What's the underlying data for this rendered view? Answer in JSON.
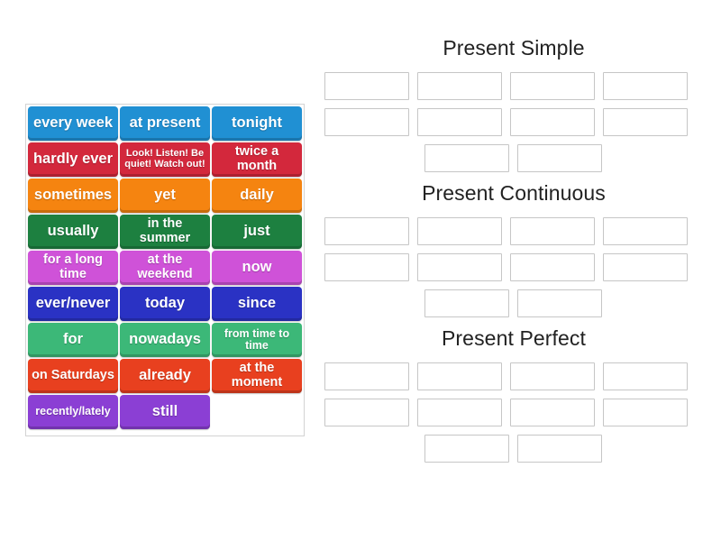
{
  "activity": {
    "type": "group-sort",
    "tile_panel_label": "word tiles"
  },
  "colors": {
    "blue": "#2090d3",
    "crimson": "#d3283c",
    "orange": "#f58410",
    "green": "#1d8040",
    "magenta": "#cf52d8",
    "indigo": "#2a32c4",
    "seagreen": "#3cb878",
    "orangered": "#e8401f",
    "purple": "#8b3fd4",
    "slot_border": "#c6c6c6",
    "panel_border": "#d3d3d3",
    "title_text": "#222222",
    "tile_text": "#ffffff"
  },
  "tiles": [
    [
      {
        "label": "every week",
        "color": "#2090d3",
        "size": "fs-lg"
      },
      {
        "label": "at present",
        "color": "#2090d3",
        "size": "fs-lg"
      },
      {
        "label": "tonight",
        "color": "#2090d3",
        "size": "fs-lg"
      }
    ],
    [
      {
        "label": "hardly ever",
        "color": "#d3283c",
        "size": "fs-lg"
      },
      {
        "label": "Look! Listen! Be quiet! Watch out!",
        "color": "#d3283c",
        "size": "fs-xs"
      },
      {
        "label": "twice a month",
        "color": "#d3283c",
        "size": "fs-md"
      }
    ],
    [
      {
        "label": "sometimes",
        "color": "#f58410",
        "size": "fs-lg"
      },
      {
        "label": "yet",
        "color": "#f58410",
        "size": "fs-lg"
      },
      {
        "label": "daily",
        "color": "#f58410",
        "size": "fs-lg"
      }
    ],
    [
      {
        "label": "usually",
        "color": "#1d8040",
        "size": "fs-lg"
      },
      {
        "label": "in the summer",
        "color": "#1d8040",
        "size": "fs-md"
      },
      {
        "label": "just",
        "color": "#1d8040",
        "size": "fs-lg"
      }
    ],
    [
      {
        "label": "for a long time",
        "color": "#cf52d8",
        "size": "fs-md"
      },
      {
        "label": "at the weekend",
        "color": "#cf52d8",
        "size": "fs-md"
      },
      {
        "label": "now",
        "color": "#cf52d8",
        "size": "fs-lg"
      }
    ],
    [
      {
        "label": "ever/never",
        "color": "#2a32c4",
        "size": "fs-lg"
      },
      {
        "label": "today",
        "color": "#2a32c4",
        "size": "fs-lg"
      },
      {
        "label": "since",
        "color": "#2a32c4",
        "size": "fs-lg"
      }
    ],
    [
      {
        "label": "for",
        "color": "#3cb878",
        "size": "fs-lg"
      },
      {
        "label": "nowadays",
        "color": "#3cb878",
        "size": "fs-lg"
      },
      {
        "label": "from time to time",
        "color": "#3cb878",
        "size": "fs-sm"
      }
    ],
    [
      {
        "label": "on Saturdays",
        "color": "#e8401f",
        "size": "fs-md"
      },
      {
        "label": "already",
        "color": "#e8401f",
        "size": "fs-lg"
      },
      {
        "label": "at the moment",
        "color": "#e8401f",
        "size": "fs-md"
      }
    ],
    [
      {
        "label": "recently/lately",
        "color": "#8b3fd4",
        "size": "fs-sm"
      },
      {
        "label": "still",
        "color": "#8b3fd4",
        "size": "fs-lg"
      },
      {
        "label": "",
        "color": "",
        "size": "fs-md",
        "empty": true
      }
    ]
  ],
  "groups": [
    {
      "title": "Present Simple",
      "rows": [
        {
          "count": 4,
          "centered": false
        },
        {
          "count": 4,
          "centered": false
        },
        {
          "count": 2,
          "centered": true
        }
      ]
    },
    {
      "title": "Present Continuous",
      "rows": [
        {
          "count": 4,
          "centered": false
        },
        {
          "count": 4,
          "centered": false
        },
        {
          "count": 2,
          "centered": true
        }
      ]
    },
    {
      "title": "Present Perfect",
      "rows": [
        {
          "count": 4,
          "centered": false
        },
        {
          "count": 4,
          "centered": false
        },
        {
          "count": 2,
          "centered": true
        }
      ]
    }
  ]
}
